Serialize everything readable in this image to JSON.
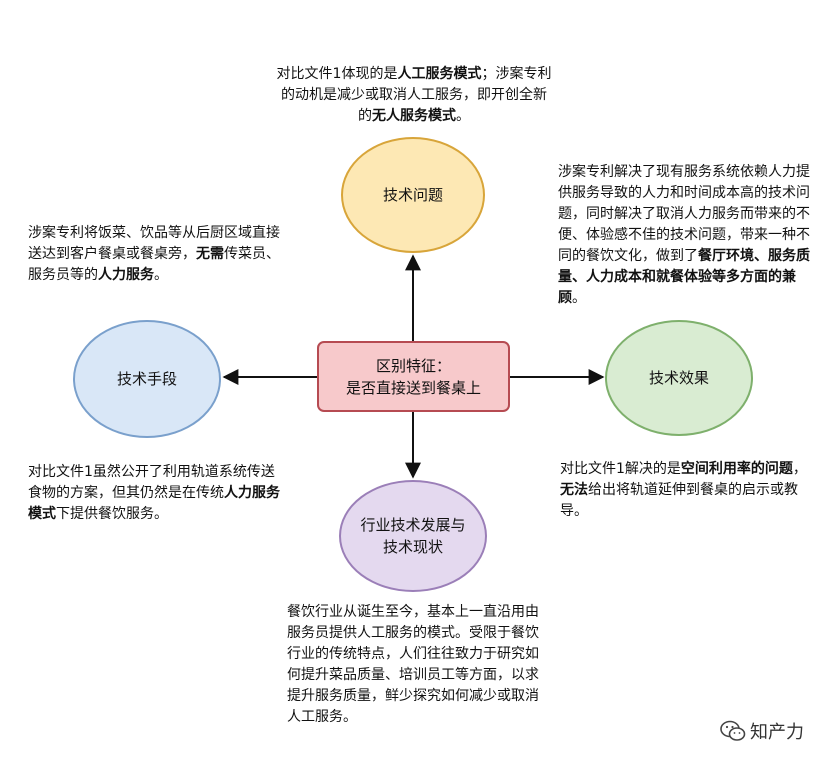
{
  "nodes": {
    "center": {
      "line1": "区别特征：",
      "line2": "是否直接送到餐桌上"
    },
    "top": "技术问题",
    "left": "技术手段",
    "right": "技术效果",
    "bottom_line1": "行业技术发展与",
    "bottom_line2": "技术现状"
  },
  "texts": {
    "top": [
      {
        "t": "对比文件1体现的是",
        "b": false
      },
      {
        "t": "人工服务模式",
        "b": true
      },
      {
        "t": "；涉案专利的动机是减少或取消人工服务，即开创全新的",
        "b": false
      },
      {
        "t": "无人服务模式",
        "b": true
      },
      {
        "t": "。",
        "b": false
      }
    ],
    "top_left": [
      {
        "t": "涉案专利将饭菜、饮品等从后厨区域直接送达到客户餐桌或餐桌旁，",
        "b": false
      },
      {
        "t": "无需",
        "b": true
      },
      {
        "t": "传菜员、服务员等的",
        "b": false
      },
      {
        "t": "人力服务",
        "b": true
      },
      {
        "t": "。",
        "b": false
      }
    ],
    "top_right": [
      {
        "t": "涉案专利解决了现有服务系统依赖人力提供服务导致的人力和时间成本高的技术问题，同时解决了取消人力服务而带来的不便、体验感不佳的技术问题，带来一种不同的餐饮文化，做到了",
        "b": false
      },
      {
        "t": "餐厅环境、服务质量、人力成本和就餐体验等多方面的兼顾",
        "b": true
      },
      {
        "t": "。",
        "b": false
      }
    ],
    "bottom_left": [
      {
        "t": "对比文件1虽然公开了利用轨道系统传送食物的方案，但其仍然是在传统",
        "b": false
      },
      {
        "t": "人力服务模式",
        "b": true
      },
      {
        "t": "下提供餐饮服务。",
        "b": false
      }
    ],
    "bottom_right": [
      {
        "t": "对比文件1解决的是",
        "b": false
      },
      {
        "t": "空间利用率的问题",
        "b": true
      },
      {
        "t": "，",
        "b": false
      },
      {
        "t": "无法",
        "b": true
      },
      {
        "t": "给出将轨道延伸到餐桌的启示或教导。",
        "b": false
      }
    ],
    "bottom": [
      {
        "t": "餐饮行业从诞生至今，基本上一直沿用由服务员提供人工服务的模式。受限于餐饮行业的传统特点，人们往往致力于研究如何提升菜品质量、培训员工等方面，以求提升服务质量，鲜少探究如何减少或取消人工服务。",
        "b": false
      }
    ]
  },
  "watermark": {
    "label": "知产力",
    "icon": "wechat-icon"
  },
  "colors": {
    "center_fill": "#f7c9cb",
    "center_stroke": "#b64b52",
    "top_fill": "#fde8b4",
    "top_stroke": "#d8a53a",
    "left_fill": "#d9e7f7",
    "left_stroke": "#7aa0cc",
    "right_fill": "#d9ecd2",
    "right_stroke": "#7eb06c",
    "bottom_fill": "#e4d9ef",
    "bottom_stroke": "#9b7fb8"
  }
}
